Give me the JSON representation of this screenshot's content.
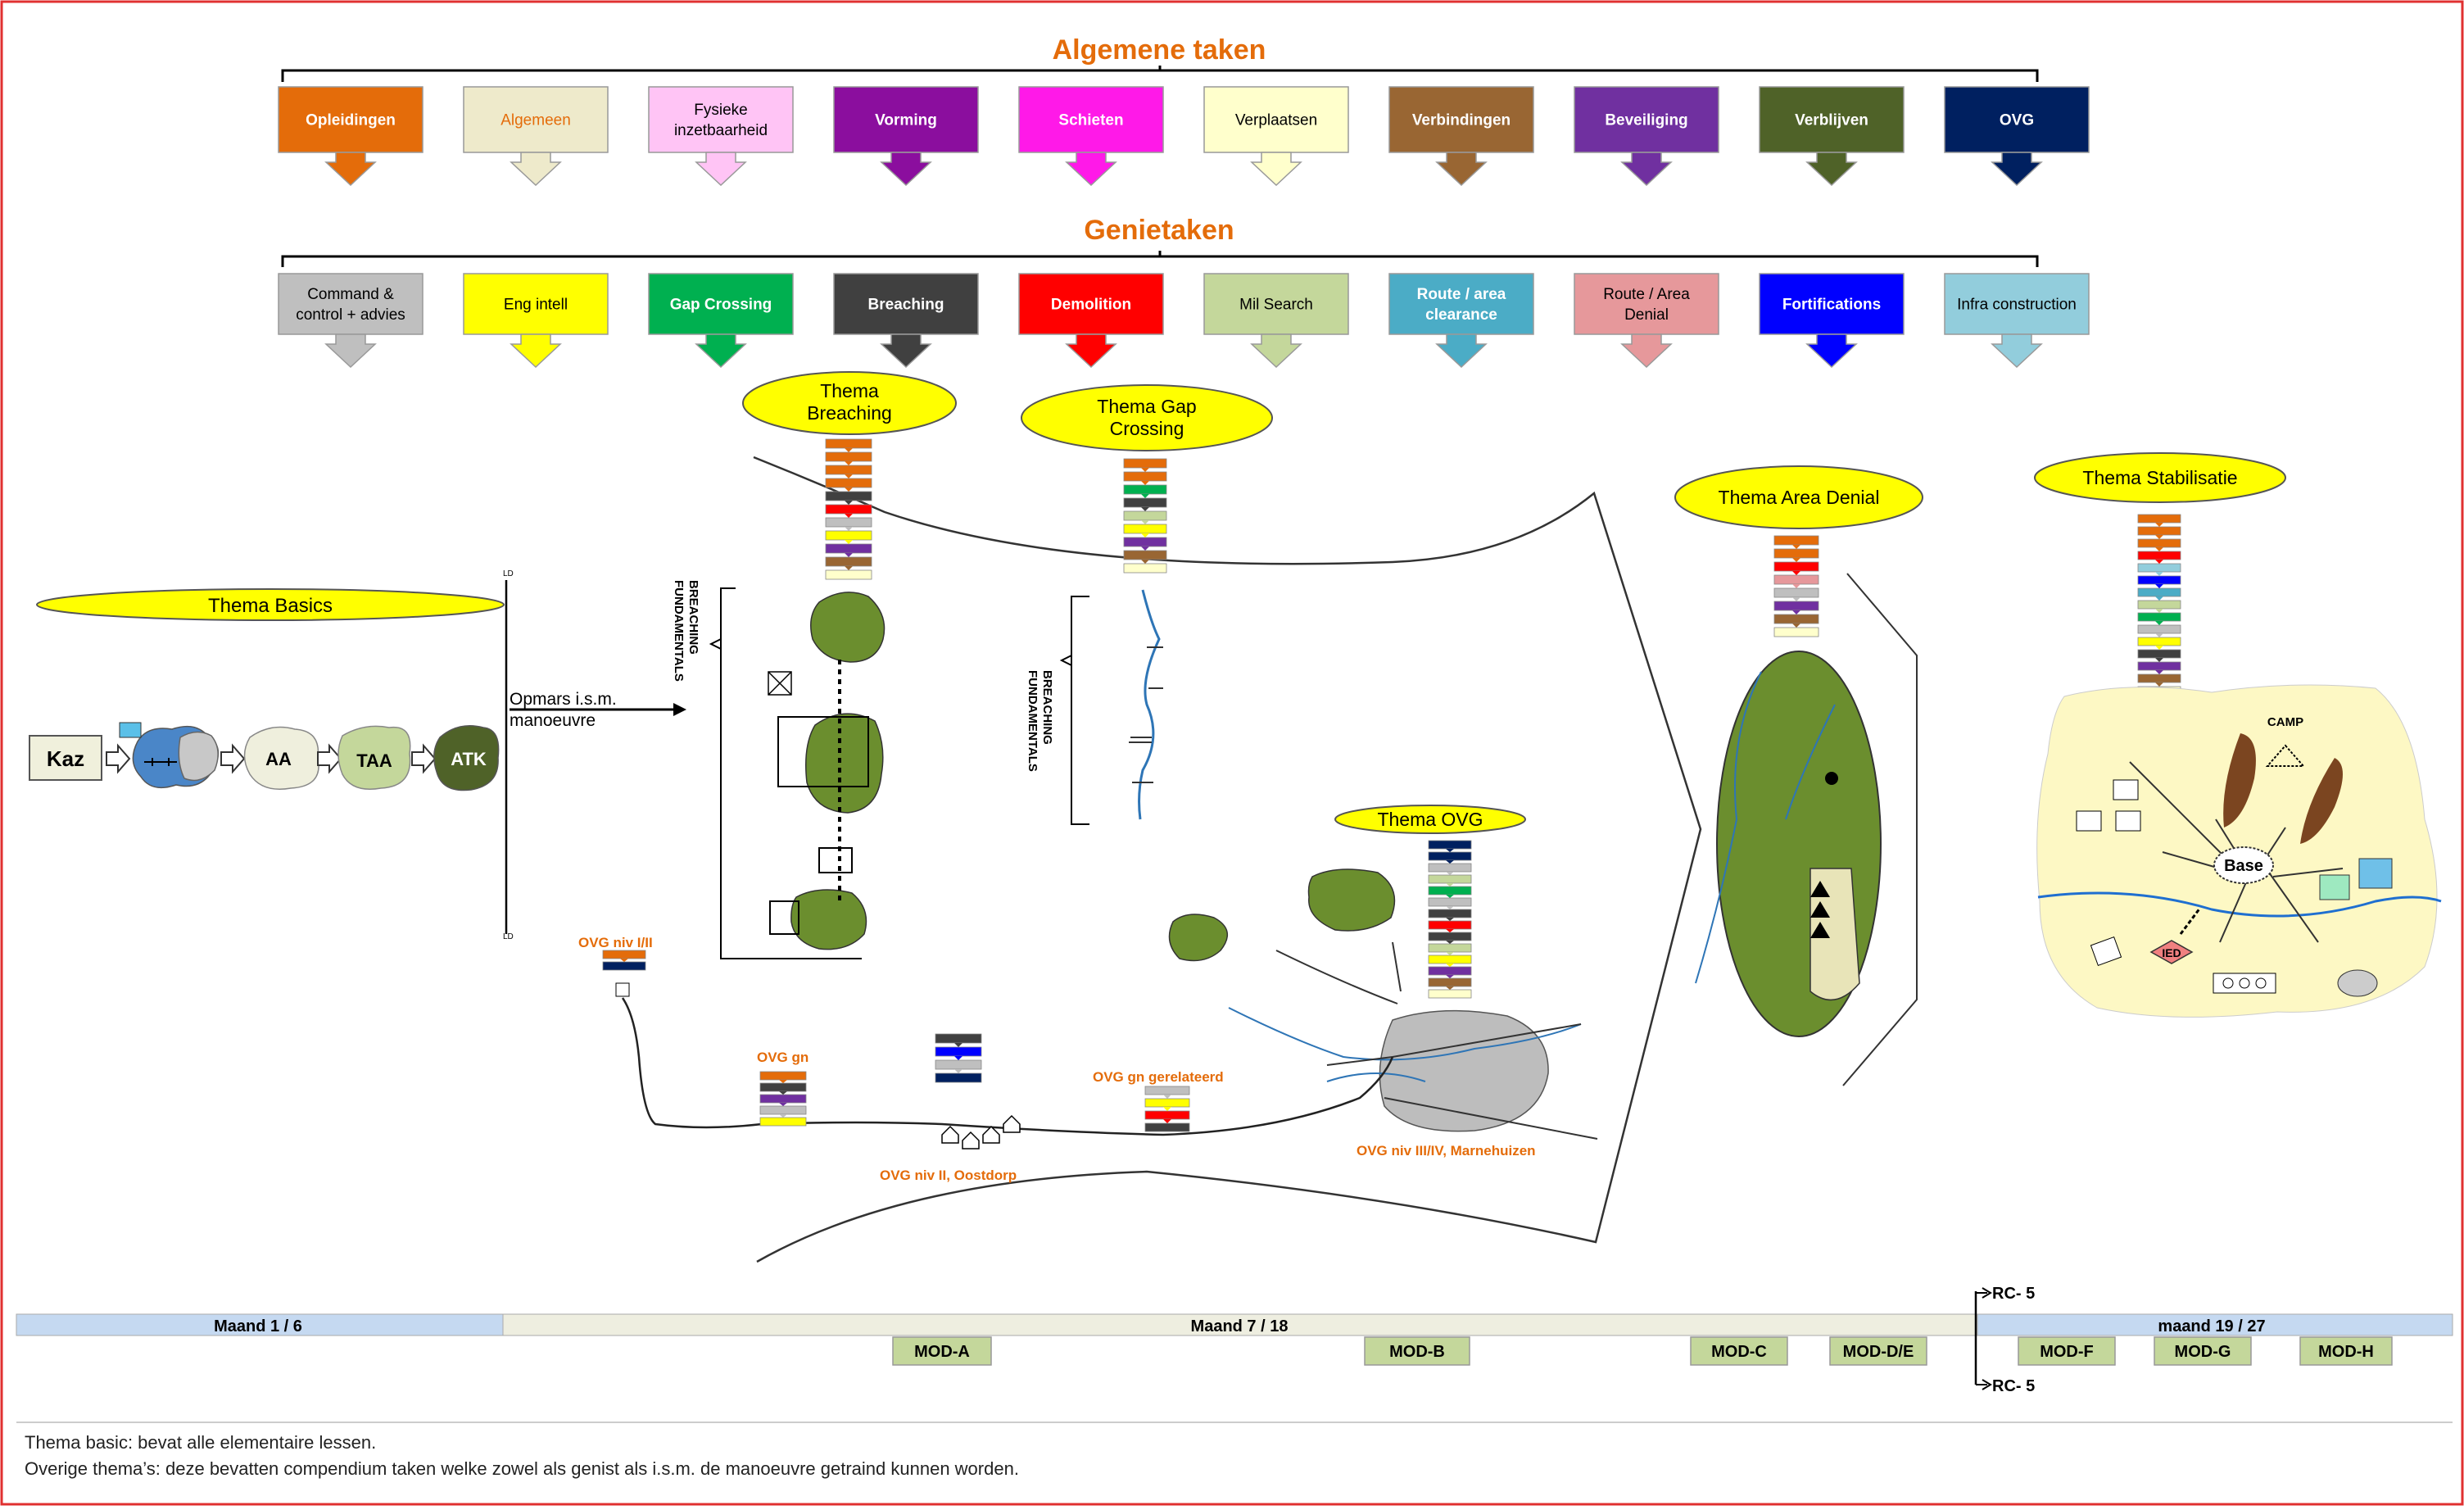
{
  "headings": {
    "algemene": "Algemene taken",
    "genie": "Genietaken"
  },
  "algemene_taken": [
    {
      "label": "Opleidingen",
      "color": "#e46c0a",
      "text_color": "#ffffff"
    },
    {
      "label": "Algemeen",
      "color": "#eeeacb",
      "text_color": "#e46c0a"
    },
    {
      "label": "Fysieke\ninzetbaarheid",
      "color": "#ffc4f5",
      "text_color": "#000000"
    },
    {
      "label": "Vorming",
      "color": "#8b0e9e",
      "text_color": "#ffffff"
    },
    {
      "label": "Schieten",
      "color": "#ff19e8",
      "text_color": "#ffffff"
    },
    {
      "label": "Verplaatsen",
      "color": "#ffffcc",
      "text_color": "#000000"
    },
    {
      "label": "Verbindingen",
      "color": "#996633",
      "text_color": "#ffffff"
    },
    {
      "label": "Beveiliging",
      "color": "#7030a0",
      "text_color": "#ffffff"
    },
    {
      "label": "Verblijven",
      "color": "#4f6228",
      "text_color": "#ffffff"
    },
    {
      "label": "OVG",
      "color": "#002060",
      "text_color": "#ffffff"
    }
  ],
  "genietaken": [
    {
      "label": "Command &\ncontrol + advies",
      "color": "#bfbfbf",
      "text_color": "#000000"
    },
    {
      "label": "Eng intell",
      "color": "#ffff00",
      "text_color": "#000000"
    },
    {
      "label": "Gap Crossing",
      "color": "#00b050",
      "text_color": "#ffffff"
    },
    {
      "label": "Breaching",
      "color": "#404040",
      "text_color": "#ffffff"
    },
    {
      "label": "Demolition",
      "color": "#ff0000",
      "text_color": "#ffffff"
    },
    {
      "label": "Mil Search",
      "color": "#c4d79b",
      "text_color": "#000000"
    },
    {
      "label": "Route / area\nclearance",
      "color": "#4bacc6",
      "text_color": "#ffffff"
    },
    {
      "label": "Route / Area\nDenial",
      "color": "#e6989b",
      "text_color": "#000000"
    },
    {
      "label": "Fortifications",
      "color": "#0000ff",
      "text_color": "#ffffff"
    },
    {
      "label": "Infra construction",
      "color": "#92cddc",
      "text_color": "#000000"
    }
  ],
  "themes": {
    "basics": "Thema Basics",
    "breaching": "Thema\nBreaching",
    "gap": "Thema Gap\nCrossing",
    "area_denial": "Thema Area Denial",
    "stabilisatie": "Thema Stabilisatie",
    "ovg": "Thema OVG"
  },
  "basics": {
    "kaz": "Kaz",
    "aa": "AA",
    "taa": "TAA",
    "atk": "ATK",
    "ld": "LD",
    "opmars": "Opmars i.s.m.\nmanoeuvre"
  },
  "fundamentals": "BREACHING\nFUNDAMENTALS",
  "ovg_labels": {
    "niv12": "OVG niv I/II",
    "gn": "OVG gn",
    "niv2": "OVG niv II, Oostdorp",
    "gn_gerelateerd": "OVG gn gerelateerd",
    "niv34": "OVG niv III/IV, Marnehuizen"
  },
  "stabilisatie_map": {
    "camp": "CAMP",
    "base": "Base",
    "ied": "IED"
  },
  "stacks": {
    "breaching": [
      "#e46c0a",
      "#e46c0a",
      "#e46c0a",
      "#e46c0a",
      "#404040",
      "#ff0000",
      "#bfbfbf",
      "#ffff00",
      "#7030a0",
      "#996633",
      "#ffffcc"
    ],
    "gap": [
      "#e46c0a",
      "#e46c0a",
      "#00b050",
      "#404040",
      "#c4d79b",
      "#ffff00",
      "#7030a0",
      "#996633",
      "#ffffcc"
    ],
    "area_denial": [
      "#e46c0a",
      "#e46c0a",
      "#ff0000",
      "#e6989b",
      "#bfbfbf",
      "#7030a0",
      "#996633",
      "#ffffcc"
    ],
    "stabilisatie": [
      "#e46c0a",
      "#e46c0a",
      "#e46c0a",
      "#ff0000",
      "#92cddc",
      "#0000ff",
      "#4bacc6",
      "#c4d79b",
      "#00b050",
      "#bfbfbf",
      "#ffff00",
      "#404040",
      "#7030a0",
      "#996633",
      "#ffffcc"
    ],
    "ovg": [
      "#002060",
      "#002060",
      "#bfbfbf",
      "#c4d79b",
      "#00b050",
      "#bfbfbf",
      "#404040",
      "#ff0000",
      "#404040",
      "#c4d79b",
      "#ffff00",
      "#7030a0",
      "#996633",
      "#ffffcc"
    ],
    "niv12": [
      "#e46c0a",
      "#002060"
    ],
    "gn": [
      "#e46c0a",
      "#404040",
      "#7030a0",
      "#bfbfbf",
      "#ffff00"
    ],
    "oostdorp": [
      "#404040",
      "#0000ff",
      "#bfbfbf",
      "#002060"
    ],
    "gerelateerd": [
      "#bfbfbf",
      "#ffff00",
      "#ff0000",
      "#404040"
    ]
  },
  "timeline": {
    "maand1": "Maand 1 / 6",
    "maand7": "Maand 7 / 18",
    "maand19": "maand 19 / 27",
    "rc_top": "RC- 5",
    "rc_bottom": "RC- 5",
    "modules": [
      "MOD-A",
      "MOD-B",
      "MOD-C",
      "MOD-D/E",
      "MOD-F",
      "MOD-G",
      "MOD-H"
    ]
  },
  "footnotes": [
    "Thema basic: bevat alle elementaire lessen.",
    "Overige thema’s: deze bevatten compendium taken welke zowel als genist als i.s.m. de manoeuvre getraind kunnen worden."
  ]
}
